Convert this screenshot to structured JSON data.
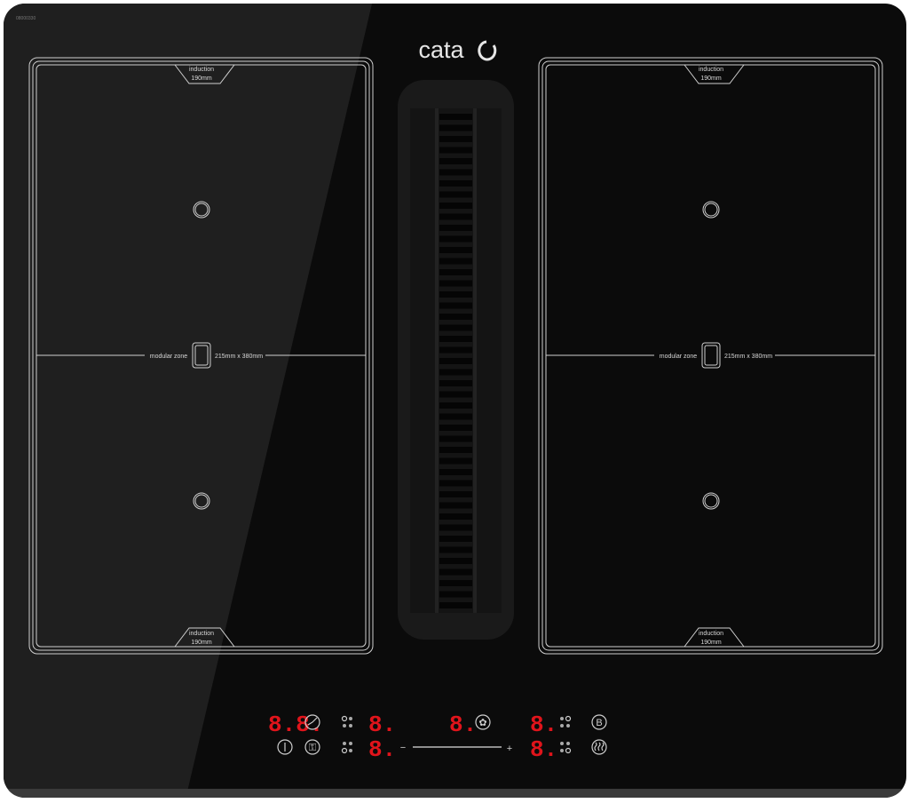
{
  "brand": {
    "logo_text": "cata"
  },
  "model_code": "08000330",
  "zones": [
    {
      "top_label_1": "induction",
      "top_label_2": "190mm",
      "bottom_label_1": "induction",
      "bottom_label_2": "190mm",
      "middle_label": "modular zone",
      "size_label": "215mm x 380mm"
    },
    {
      "top_label_1": "induction",
      "top_label_2": "190mm",
      "bottom_label_1": "induction",
      "bottom_label_2": "190mm",
      "middle_label": "modular zone",
      "size_label": "215mm x 380mm"
    }
  ],
  "controls": {
    "timer_display": "8.8.",
    "zone_displays": [
      "8.",
      "8.",
      "8.",
      "8."
    ],
    "fan_display": "8.",
    "slider_minus": "−",
    "slider_plus": "+",
    "booster_label": "B"
  },
  "colors": {
    "display_red": "#e0141b",
    "glass": "#0b0b0b",
    "glass_reflection": "#1f1f1f",
    "line": "#cfcfcf"
  }
}
